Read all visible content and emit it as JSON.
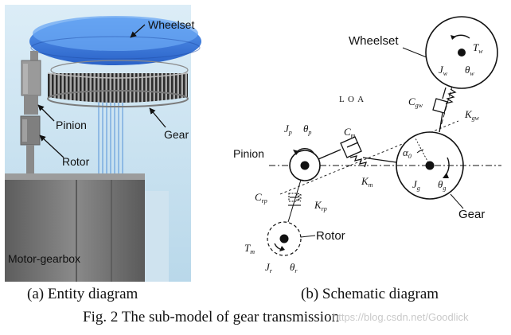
{
  "entity": {
    "labels": {
      "wheelset": "Wheelset",
      "pinion": "Pinion",
      "rotor": "Rotor",
      "gear": "Gear",
      "motor_gearbox": "Motor-gearbox"
    },
    "caption": "(a) Entity diagram"
  },
  "schematic": {
    "labels": {
      "wheelset": "Wheelset",
      "pinion": "Pinion",
      "gear": "Gear",
      "rotor": "Rotor",
      "loa": "L O A"
    },
    "symbols": {
      "Tw": {
        "main": "T",
        "sub": "w"
      },
      "Jw": {
        "main": "J",
        "sub": "w"
      },
      "thetaw": {
        "main": "θ",
        "sub": "w"
      },
      "Cgw": {
        "main": "C",
        "sub": "gw"
      },
      "Kgw": {
        "main": "K",
        "sub": "gw"
      },
      "Jp": {
        "main": "J",
        "sub": "p"
      },
      "thetap": {
        "main": "θ",
        "sub": "p"
      },
      "Cm": {
        "main": "C",
        "sub": "m"
      },
      "Km": {
        "main": "K",
        "sub": "m"
      },
      "alpha0": {
        "main": "α",
        "sub": "0"
      },
      "Jg": {
        "main": "J",
        "sub": "g"
      },
      "thetag": {
        "main": "θ",
        "sub": "g"
      },
      "Crp": {
        "main": "C",
        "sub": "rp"
      },
      "Krp": {
        "main": "K",
        "sub": "rp"
      },
      "Tm": {
        "main": "T",
        "sub": "m"
      },
      "Jr": {
        "main": "J",
        "sub": "r"
      },
      "thetar": {
        "main": "θ",
        "sub": "r"
      }
    },
    "caption": "(b) Schematic diagram"
  },
  "figure_caption": "Fig. 2 The sub-model of gear transmission",
  "watermark": "https://blog.csdn.net/Goodlick",
  "colors": {
    "wheel_blue": "#3c7fe0",
    "sky_blue": "#cfe6f3",
    "motor_gray": "#6f6f6f"
  }
}
